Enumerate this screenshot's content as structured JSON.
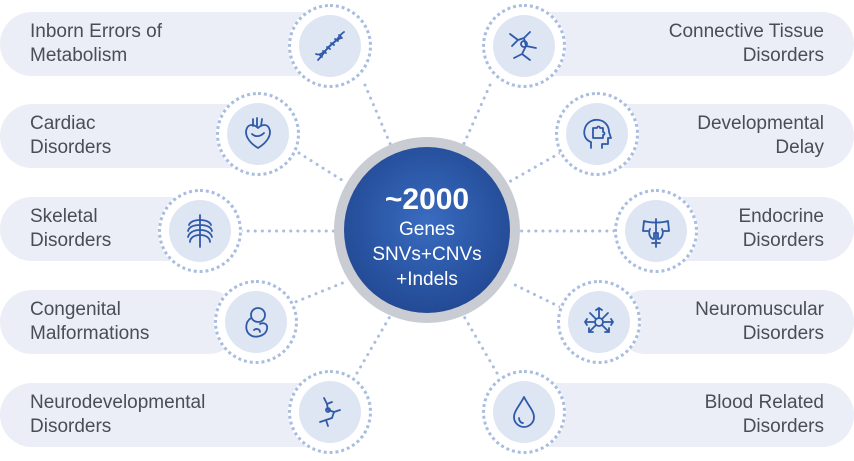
{
  "hub": {
    "count": "~2000",
    "line1": "Genes",
    "line2": "SNVs+CNVs",
    "line3": "+Indels"
  },
  "categories": [
    {
      "label": "Inborn Errors of\nMetabolism",
      "icon": "dna-icon"
    },
    {
      "label": "Cardiac\nDisorders",
      "icon": "heart-icon"
    },
    {
      "label": "Skeletal\nDisorders",
      "icon": "ribcage-icon"
    },
    {
      "label": "Congenital\nMalformations",
      "icon": "fetus-icon"
    },
    {
      "label": "Neurodevelopmental\nDisorders",
      "icon": "neuron-icon"
    },
    {
      "label": "Connective Tissue\nDisorders",
      "icon": "tissue-icon"
    },
    {
      "label": "Developmental\nDelay",
      "icon": "puzzle-head-icon"
    },
    {
      "label": "Endocrine\nDisorders",
      "icon": "thyroid-icon"
    },
    {
      "label": "Neuromuscular\nDisorders",
      "icon": "nerve-cell-icon"
    },
    {
      "label": "Blood Related\nDisorders",
      "icon": "blood-drop-icon"
    }
  ],
  "colors": {
    "pill": "#ebeef6",
    "icon_stroke": "#2f5aa8",
    "dotted_ring": "#a9bde0",
    "hub": "#2b57a6",
    "hub_ring": "#c9ccd2",
    "text": "#4a4d57"
  }
}
